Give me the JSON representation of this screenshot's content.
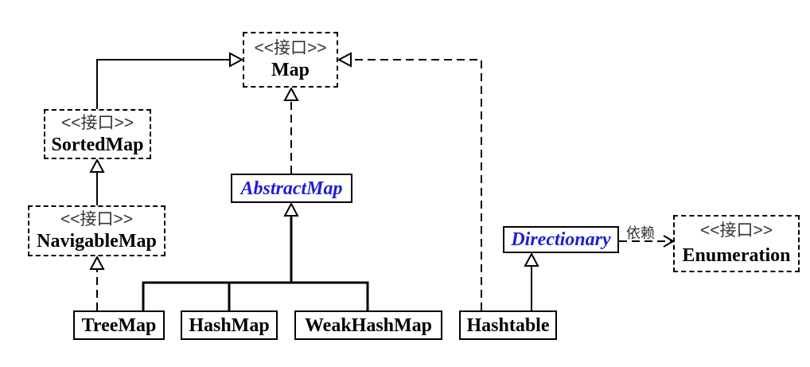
{
  "colors": {
    "line": "#000000",
    "abstract_class": "#1e1ed2",
    "stereotype": "#333333"
  },
  "nodes": {
    "map": {
      "stereotype": "<<接口>>",
      "name": "Map"
    },
    "sorted_map": {
      "stereotype": "<<接口>>",
      "name": "SortedMap"
    },
    "navigable_map": {
      "stereotype": "<<接口>>",
      "name": "NavigableMap"
    },
    "abstract_map": {
      "name": "AbstractMap"
    },
    "tree_map": {
      "name": "TreeMap"
    },
    "hash_map": {
      "name": "HashMap"
    },
    "weak_hash_map": {
      "name": "WeakHashMap"
    },
    "hashtable": {
      "name": "Hashtable"
    },
    "directionary": {
      "name": "Directionary"
    },
    "enumeration": {
      "stereotype": "<<接口>>",
      "name": "Enumeration"
    }
  },
  "edge_labels": {
    "dependency": "依赖"
  }
}
